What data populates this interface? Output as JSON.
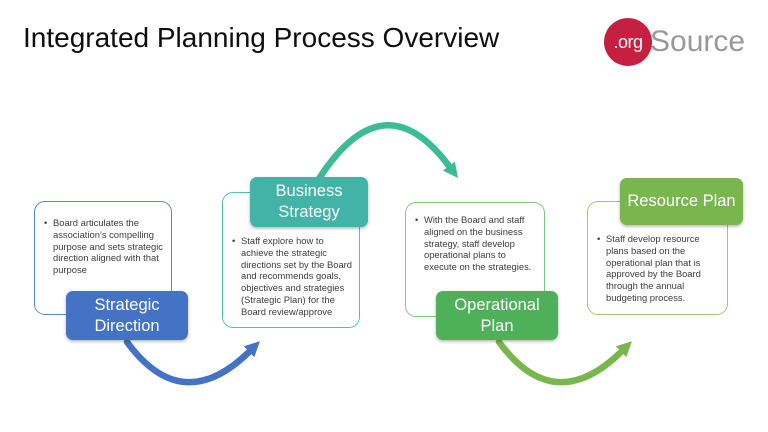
{
  "slide": {
    "title": "Integrated Planning Process Overview",
    "bullet_char": "•",
    "background_color": "#ffffff"
  },
  "logo": {
    "circle_text": ".org",
    "source_text": "Source",
    "circle_color": "#c5203f",
    "source_color": "#97999c"
  },
  "steps": [
    {
      "id": "strategic-direction",
      "label": "Strategic Direction",
      "description": "Board articulates the association’s compelling purpose and sets strategic direction aligned with that purpose",
      "label_color": "#4472c4",
      "border_color": "#5b87ce",
      "label_position": "bottom"
    },
    {
      "id": "business-strategy",
      "label": "Business Strategy",
      "description": "Staff explore how to achieve the strategic directions set by the Board and recommends goals, objectives and strategies (Strategic Plan) for the Board review/approve",
      "label_color": "#43b3a7",
      "border_color": "#4fc0b2",
      "label_position": "top"
    },
    {
      "id": "operational-plan",
      "label": "Operational Plan",
      "description": "With the Board and staff aligned on the business strategy, staff develop operational plans to execute on the strategies.",
      "label_color": "#4fb05a",
      "border_color": "#7fca84",
      "label_position": "bottom"
    },
    {
      "id": "resource-plan",
      "label": "Resource Plan",
      "description": "Staff develop resource plans based on the operational plan that is approved by the Board through the annual budgeting process.",
      "label_color": "#79b74e",
      "border_color": "#9cc87b",
      "label_position": "top"
    }
  ],
  "arrows": [
    {
      "id": "arrow-strategic-to-business",
      "color": "#4472c4",
      "shape": "dip-up-right"
    },
    {
      "id": "arrow-business-to-operational",
      "color": "#3bbc96",
      "shape": "arc-over-down-right"
    },
    {
      "id": "arrow-operational-to-resource",
      "color": "#79b74e",
      "shape": "dip-up-right"
    }
  ]
}
